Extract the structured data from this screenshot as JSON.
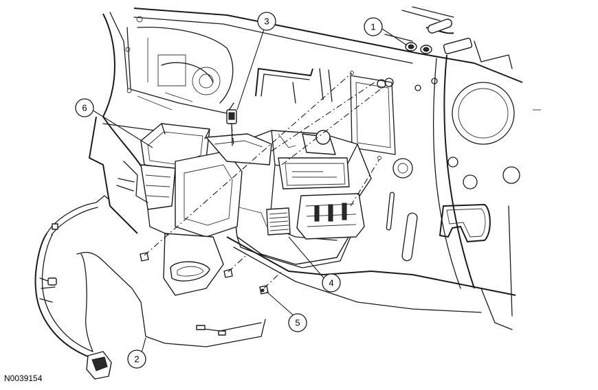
{
  "figure_id": "N0039154",
  "callouts": [
    {
      "number": "1"
    },
    {
      "number": "2"
    },
    {
      "number": "3"
    },
    {
      "number": "4"
    },
    {
      "number": "5"
    },
    {
      "number": "6"
    }
  ]
}
